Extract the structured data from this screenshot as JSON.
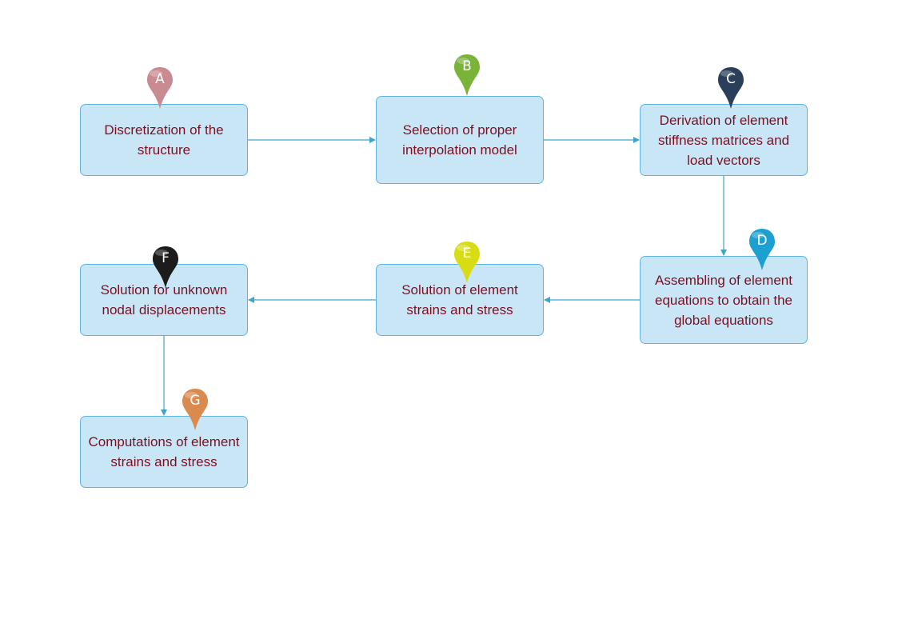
{
  "nodes": [
    {
      "letter": "A",
      "label": "Discretization of the\nstructure",
      "color": "#c98a90"
    },
    {
      "letter": "B",
      "label": "Selection of proper\ninterpolation model",
      "color": "#7ab33a"
    },
    {
      "letter": "C",
      "label": "Derivation of element\nstiffness matrices and\nload vectors",
      "color": "#2a3f5a"
    },
    {
      "letter": "D",
      "label": "Assembling of element\nequations to obtain the\nglobal equations",
      "color": "#1e9fd2"
    },
    {
      "letter": "E",
      "label": "Solution of element\nstrains and stress",
      "color": "#d8dc14"
    },
    {
      "letter": "F",
      "label": "Solution for unknown\nnodal displacements",
      "color": "#1c1c1c"
    },
    {
      "letter": "G",
      "label": "Computations of element\nstrains and stress",
      "color": "#d98a4e"
    }
  ],
  "colors": {
    "box_fill": "#c9e6f7",
    "box_border": "#5fb5e0",
    "text": "#7a1020",
    "connector": "#3fa3cc"
  }
}
